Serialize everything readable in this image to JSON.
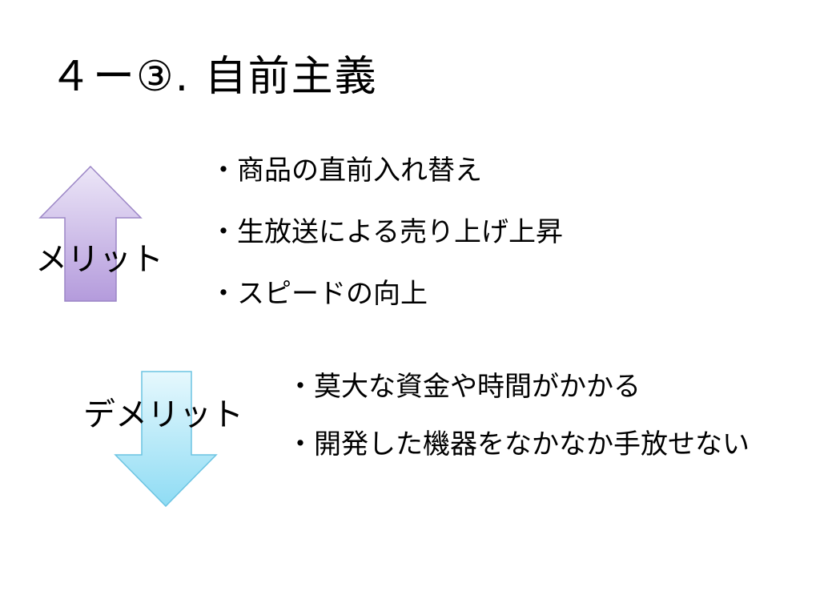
{
  "title": "４ー③. 自前主義",
  "merit": {
    "label": "メリット",
    "items": [
      "・商品の直前入れ替え",
      "・生放送による売り上げ上昇",
      "・スピードの向上"
    ]
  },
  "demerit": {
    "label": "デメリット",
    "items": [
      "・莫大な資金や時間がかかる",
      "・開発した機器をなかなか手放せない"
    ]
  },
  "colors": {
    "up_arrow_top": "#ece6f7",
    "up_arrow_bottom": "#b49bdc",
    "up_arrow_stroke": "#9c86c6",
    "down_arrow_top": "#e6f8fd",
    "down_arrow_bottom": "#8fdcf4",
    "down_arrow_stroke": "#6cc4e2"
  }
}
